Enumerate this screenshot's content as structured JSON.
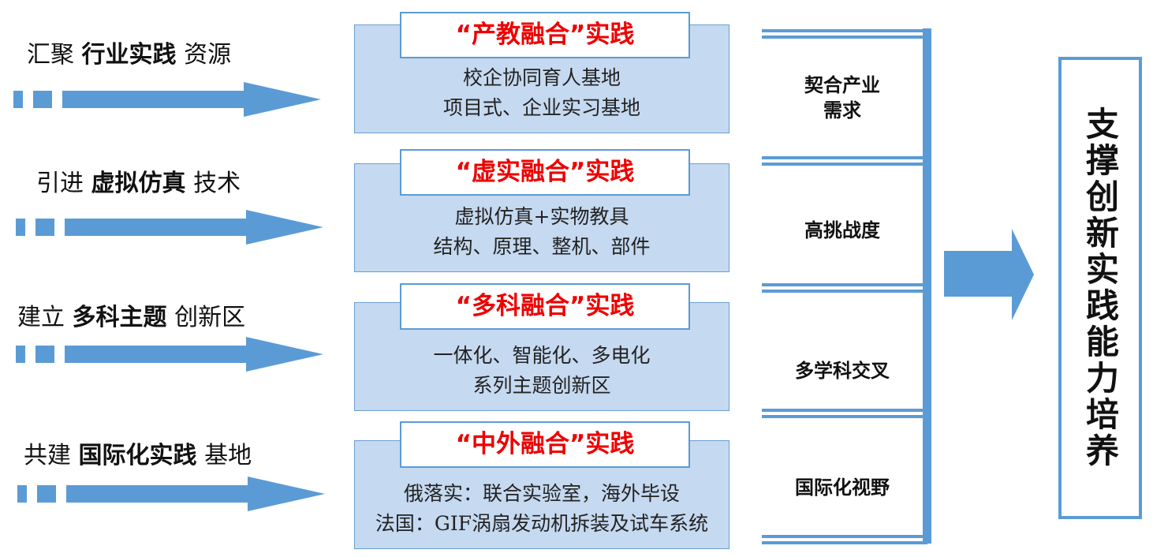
{
  "rows": [
    {
      "pre": "汇聚",
      "bold": "行业实践",
      "post": "资源",
      "title": "“产教融合”实践",
      "lines": [
        "校企协同育人基地",
        "项目式、企业实习基地"
      ],
      "category": "契合产业\n需求"
    },
    {
      "pre": "引进",
      "bold": "虚拟仿真",
      "post": "技术",
      "title": "“虚实融合”实践",
      "lines": [
        "虚拟仿真+实物教具",
        "结构、原理、整机、部件"
      ],
      "category": "高挑战度"
    },
    {
      "pre": "建立",
      "bold": "多科主题",
      "post": "创新区",
      "title": "“多科融合”实践",
      "lines": [
        "一体化、智能化、多电化",
        "系列主题创新区"
      ],
      "category": "多学科交叉"
    },
    {
      "pre": "共建",
      "bold": "国际化实践",
      "post": "基地",
      "title": "“中外融合”实践",
      "lines": [
        "俄落实：联合实验室，海外毕设",
        "法国：GIF涡扇发动机拆装及试车系统"
      ],
      "category": "国际化视野"
    }
  ],
  "outcome": "支撑创新实践能力培养",
  "colors": {
    "accent": "#5b9bd5",
    "box_fill": "#c5d9f0",
    "title_red": "#ee0000"
  }
}
